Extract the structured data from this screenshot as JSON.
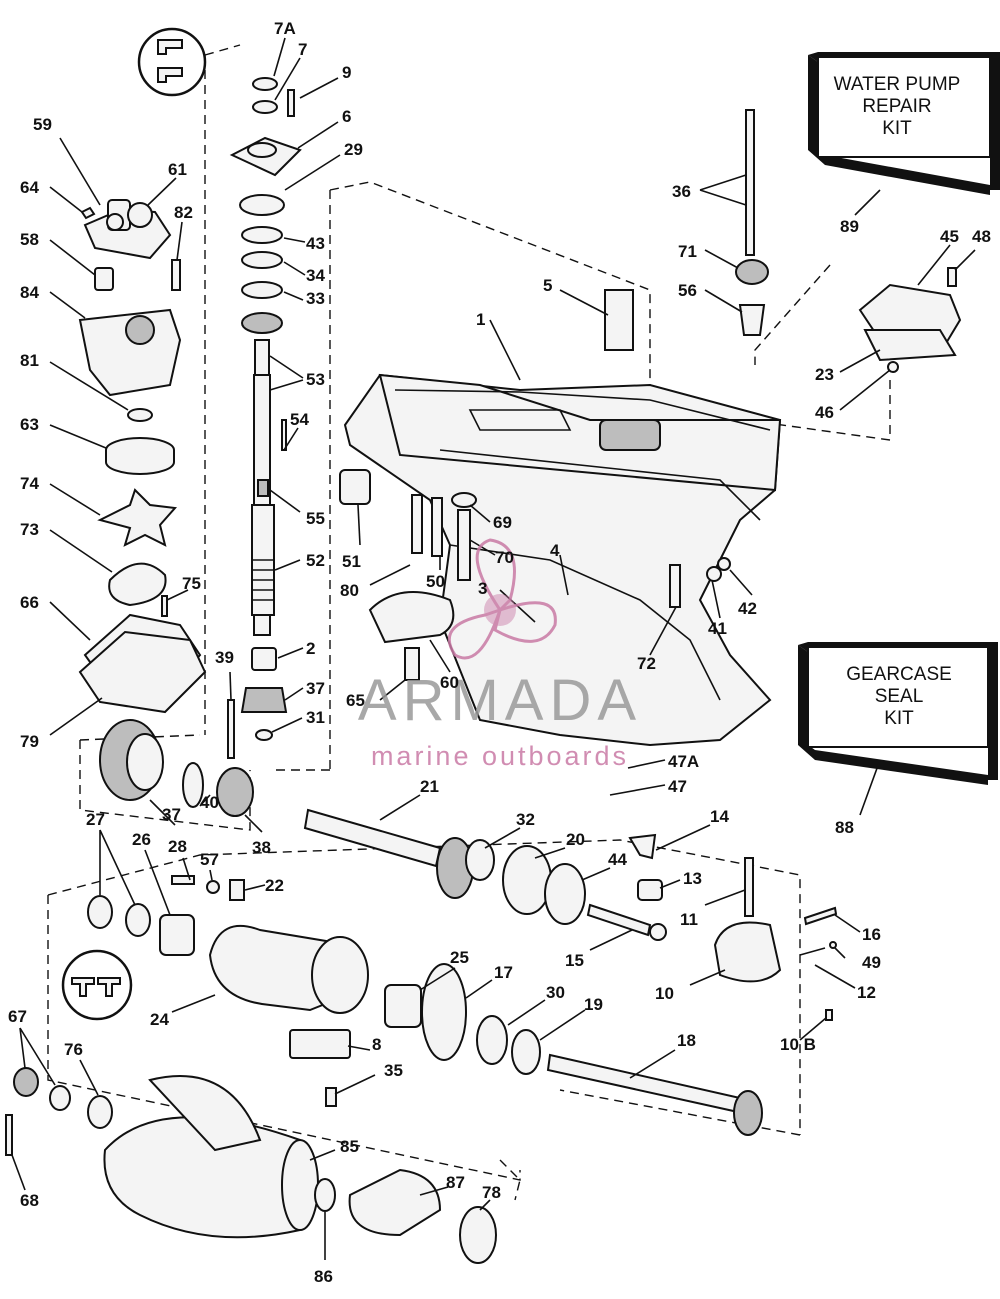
{
  "kits": {
    "water_pump": [
      "WATER PUMP",
      "REPAIR",
      "KIT"
    ],
    "gearcase_seal": [
      "GEARCASE",
      "SEAL",
      "KIT"
    ]
  },
  "watermark": {
    "brand": "ARMADA",
    "tagline": "marine outboards",
    "color": "#c97aa5"
  },
  "labels": {
    "l7A": "7A",
    "l7": "7",
    "l9": "9",
    "l6": "6",
    "l29": "29",
    "l43": "43",
    "l34": "34",
    "l33": "33",
    "l53": "53",
    "l54": "54",
    "l55": "55",
    "l52": "52",
    "l2": "2",
    "l37a": "37",
    "l31": "31",
    "l39": "39",
    "l59": "59",
    "l61": "61",
    "l64": "64",
    "l82": "82",
    "l58": "58",
    "l84": "84",
    "l81": "81",
    "l63": "63",
    "l74": "74",
    "l73": "73",
    "l75": "75",
    "l66": "66",
    "l79": "79",
    "l1": "1",
    "l5": "5",
    "l36": "36",
    "l71": "71",
    "l56": "56",
    "l89": "89",
    "l45": "45",
    "l48": "48",
    "l23": "23",
    "l46": "46",
    "l51": "51",
    "l69": "69",
    "l70": "70",
    "l50": "50",
    "l80": "80",
    "l4": "4",
    "l3": "3",
    "l42": "42",
    "l41": "41",
    "l72": "72",
    "l60": "60",
    "l65": "65",
    "l47A": "47A",
    "l47": "47",
    "l88": "88",
    "l37b": "37",
    "l40": "40",
    "l38": "38",
    "l21": "21",
    "l32": "32",
    "l20": "20",
    "l44": "44",
    "l14": "14",
    "l27": "27",
    "l26": "26",
    "l28": "28",
    "l57": "57",
    "l22": "22",
    "l13": "13",
    "l11": "11",
    "l15": "15",
    "l16": "16",
    "l49": "49",
    "l12": "12",
    "l10": "10",
    "l10B": "10 B",
    "l25": "25",
    "l17": "17",
    "l30": "30",
    "l19": "19",
    "l24": "24",
    "l18": "18",
    "l8": "8",
    "l35": "35",
    "l67": "67",
    "l76": "76",
    "l68": "68",
    "l85": "85",
    "l87": "87",
    "l78": "78",
    "l86": "86"
  }
}
